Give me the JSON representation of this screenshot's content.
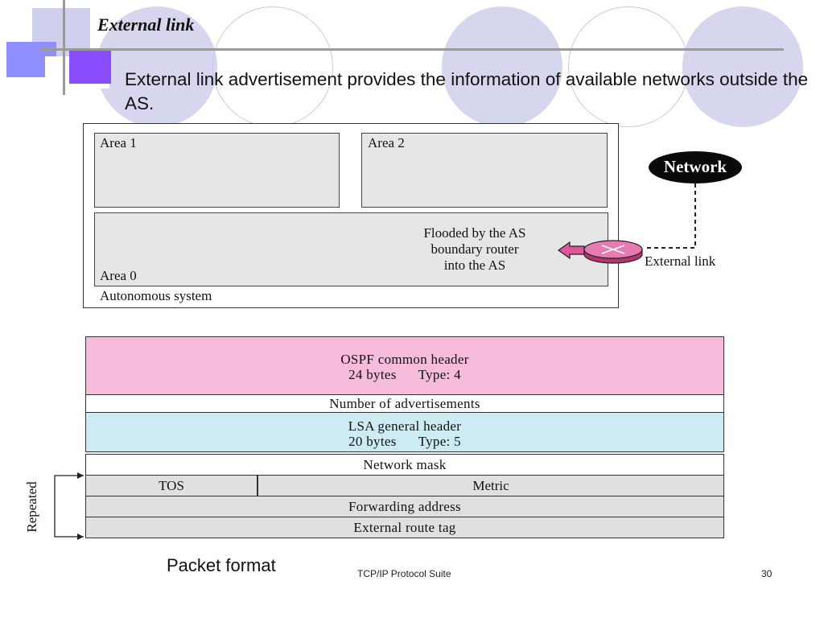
{
  "slide": {
    "title": "External link",
    "body_text": "External link advertisement provides the information of available networks outside the AS.",
    "footer_center": "TCP/IP Protocol Suite",
    "page_number": "30"
  },
  "as_diagram": {
    "area1": "Area 1",
    "area2": "Area 2",
    "area0": "Area 0",
    "autonomous_system": "Autonomous system",
    "flooded_line1": "Flooded by the AS",
    "flooded_line2": "boundary router",
    "flooded_line3": "into the AS",
    "network": "Network",
    "external_link": "External link"
  },
  "packet_format": {
    "ospf_header_line1": "OSPF common header",
    "ospf_header_line2": "24 bytes      Type: 4",
    "num_adv": "Number of advertisements",
    "lsa_header_line1": "LSA general header",
    "lsa_header_line2": "20 bytes      Type: 5",
    "network_mask": "Network mask",
    "tos": "TOS",
    "metric": "Metric",
    "forwarding_address": "Forwarding address",
    "external_route_tag": "External route tag",
    "repeated": "Repeated",
    "caption": "Packet format"
  },
  "colors": {
    "ospf_header_fill": "#f7bcdc",
    "lsa_header_fill": "#cdebf3",
    "row_fill": "#e0e0e0",
    "area_fill": "#e6e6e6",
    "decor_circle": "#d6d6ee",
    "decor_square": "#8f8fff",
    "arrow_fill": "#e0559b"
  }
}
